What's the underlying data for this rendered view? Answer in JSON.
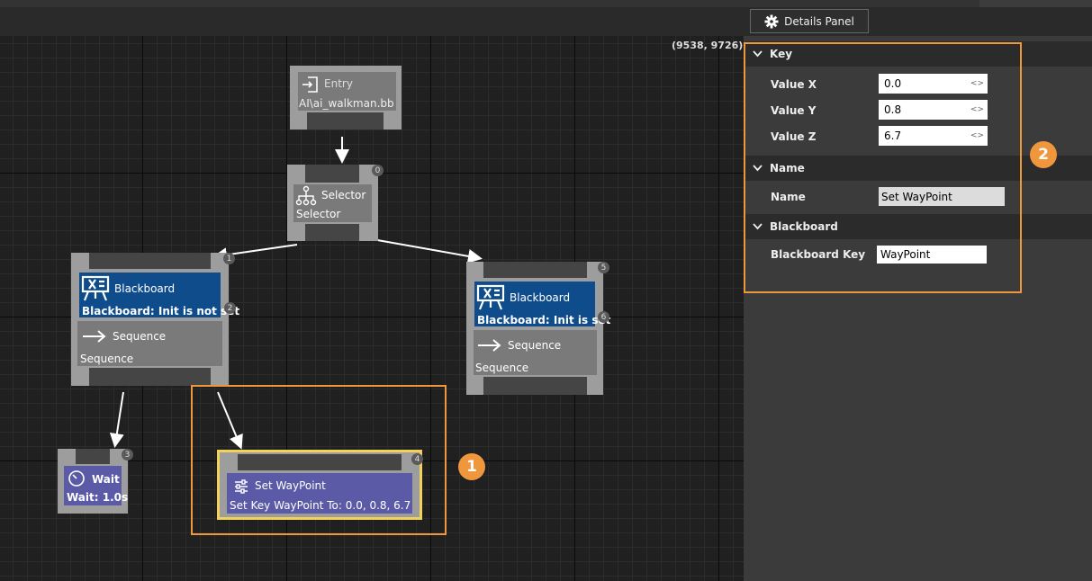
{
  "header": {
    "details_label": "Details Panel"
  },
  "canvas": {
    "coords": "(9538, 9726)",
    "nodes": {
      "entry": {
        "title": "Entry",
        "subtitle": "AI\\ai_walkman.bb"
      },
      "selector": {
        "title": "Selector",
        "subtitle": "Selector",
        "badge": "0"
      },
      "left": {
        "badge": "1",
        "bb_title": "Blackboard",
        "bb_sub": "Blackboard: Init is not set",
        "bb_badge": "2",
        "seq_title": "Sequence",
        "seq_sub": "Sequence"
      },
      "right": {
        "badge": "5",
        "bb_title": "Blackboard",
        "bb_sub": "Blackboard: Init is set",
        "bb_badge": "6",
        "seq_title": "Sequence",
        "seq_sub": "Sequence"
      },
      "wait": {
        "badge": "3",
        "title": "Wait",
        "subtitle": "Wait: 1.0s"
      },
      "setwp": {
        "badge": "4",
        "title": "Set WayPoint",
        "subtitle": "Set Key WayPoint To: 0.0, 0.8, 6.7"
      }
    },
    "callout1": "1",
    "callout2": "2"
  },
  "panel": {
    "key_section": "Key",
    "value_x_label": "Value X",
    "value_x": "0.0",
    "value_y_label": "Value Y",
    "value_y": "0.8",
    "value_z_label": "Value Z",
    "value_z": "6.7",
    "name_section": "Name",
    "name_label": "Name",
    "name_value": "Set WayPoint",
    "bb_section": "Blackboard",
    "bb_key_label": "Blackboard Key",
    "bb_key_value": "WayPoint",
    "spin_glyph": "<>"
  },
  "colors": {
    "accent": "#f0963c",
    "blackboard": "#0f4c8c",
    "action": "#5b5aa6",
    "selected": "#f2d25a"
  }
}
